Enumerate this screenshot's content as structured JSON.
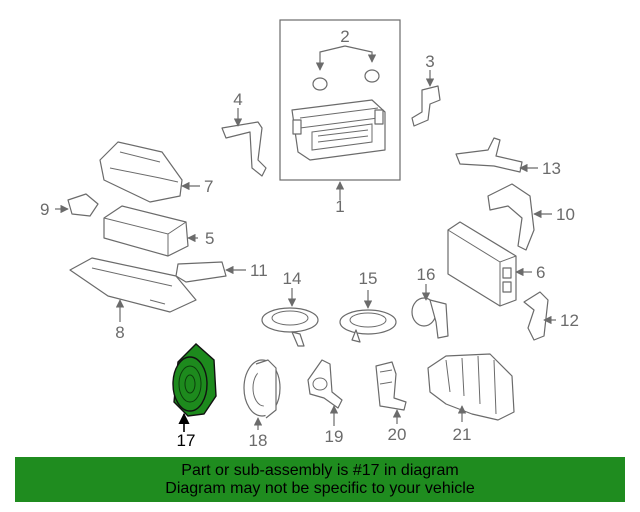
{
  "diagram": {
    "highlight_color": "#1f8c1f",
    "highlighted_part": "17",
    "callouts": [
      "1",
      "2",
      "3",
      "4",
      "5",
      "6",
      "7",
      "8",
      "9",
      "10",
      "11",
      "12",
      "13",
      "14",
      "15",
      "16",
      "17",
      "18",
      "19",
      "20",
      "21"
    ]
  },
  "banner": {
    "line1": "Part or sub-assembly is #17 in diagram",
    "line2": "Diagram may not be specific to your vehicle"
  }
}
